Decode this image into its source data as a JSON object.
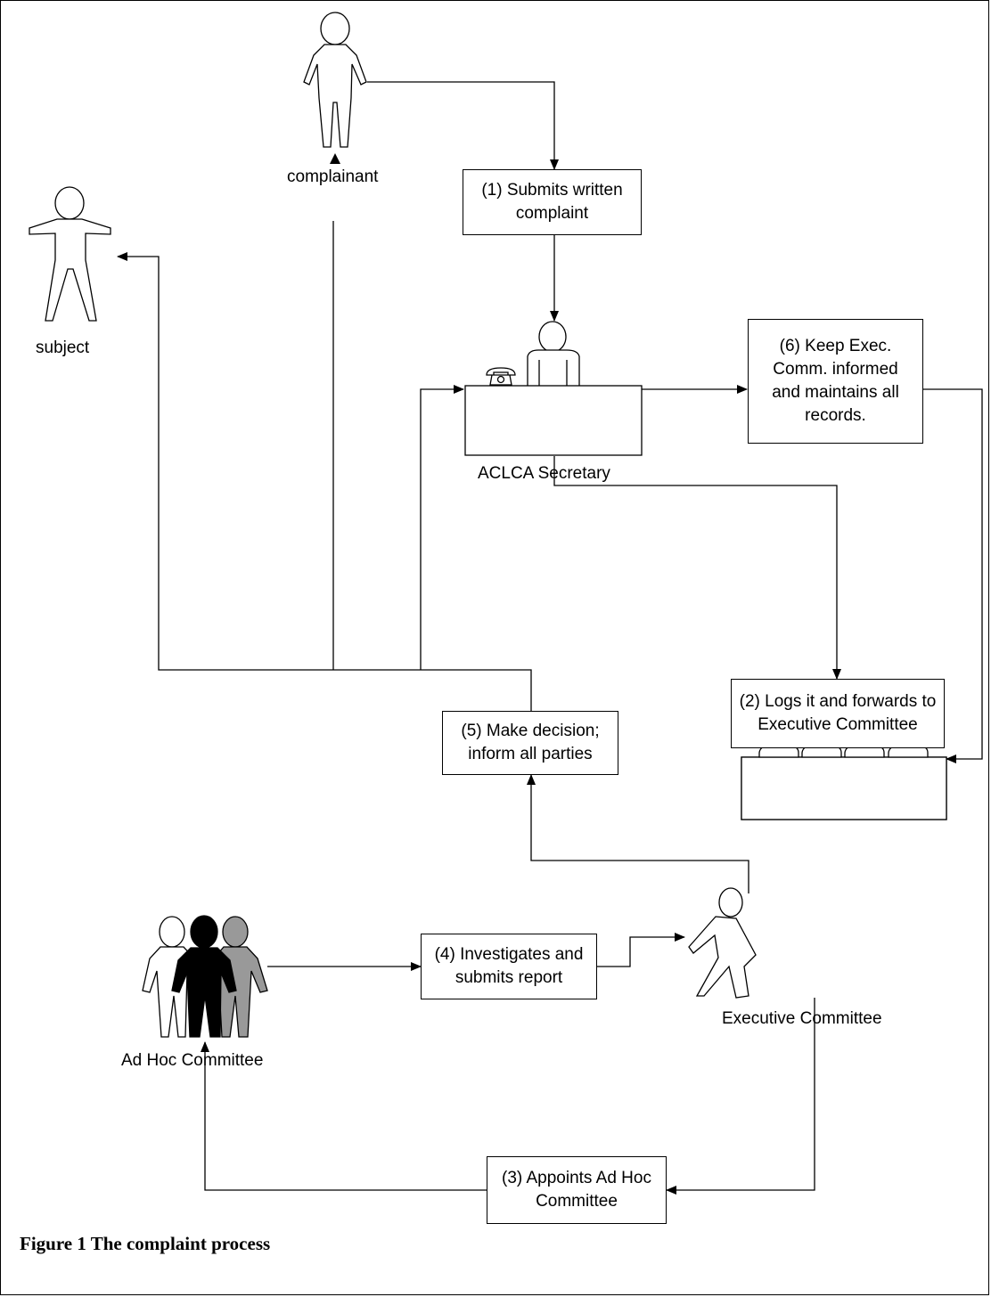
{
  "steps": {
    "submit": "(1) Submits written complaint",
    "logs": "(2) Logs it and forwards to Executive Committee",
    "appoints": "(3) Appoints Ad Hoc Committee",
    "investigates": "(4) Investigates and submits report",
    "decision": "(5) Make decision; inform all parties",
    "records": "(6) Keep Exec. Comm. informed and maintains all records."
  },
  "actors": {
    "complainant": "complainant",
    "subject": "subject",
    "secretary": "ACLCA Secretary",
    "executive": "Executive Committee",
    "adhoc": "Ad Hoc Committee"
  },
  "caption": "Figure 1 The complaint process"
}
